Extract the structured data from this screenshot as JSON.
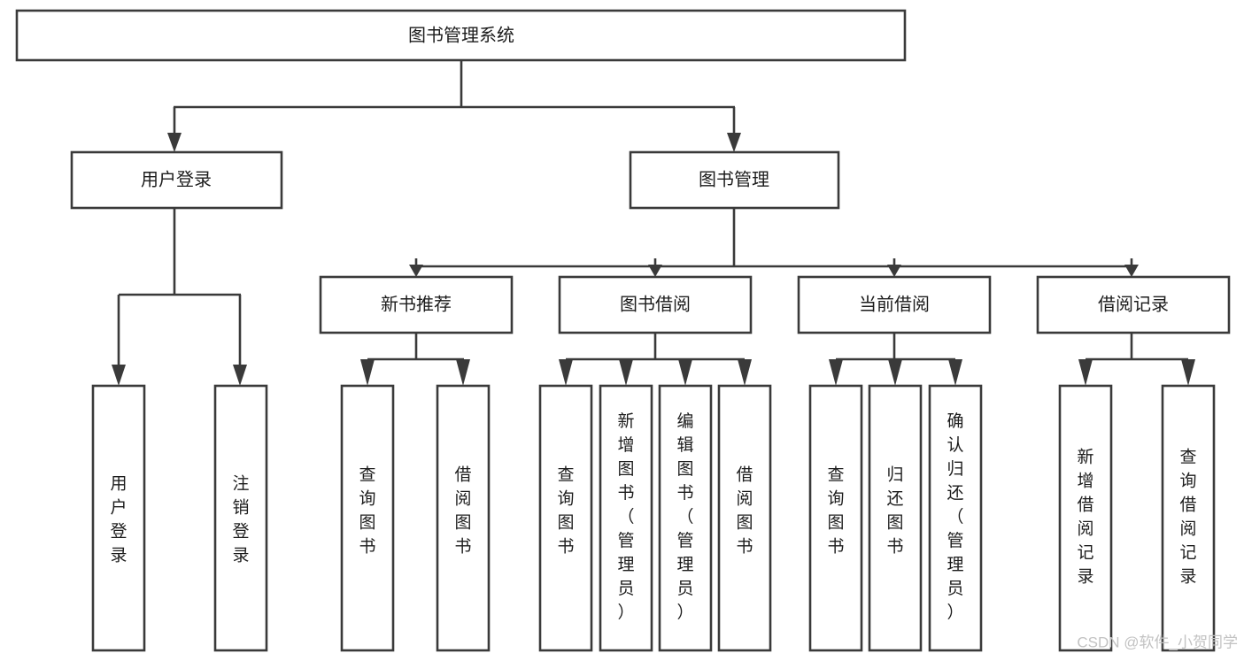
{
  "diagram": {
    "title": "图书管理系统",
    "type": "tree-hierarchy",
    "watermark": "CSDN @软件_小贺同学",
    "colors": {
      "stroke": "#3a3a3a",
      "fill": "#ffffff",
      "text": "#1c1c1c",
      "watermark": "#c2c2c2",
      "background": "#ffffff"
    },
    "nodes": {
      "root": {
        "label": "图书管理系统",
        "level": 0,
        "orientation": "horizontal"
      },
      "user_login": {
        "label": "用户登录",
        "level": 1,
        "orientation": "horizontal"
      },
      "book_manage": {
        "label": "图书管理",
        "level": 1,
        "orientation": "horizontal"
      },
      "new_book_rec": {
        "label": "新书推荐",
        "level": 2,
        "orientation": "horizontal"
      },
      "book_borrow": {
        "label": "图书借阅",
        "level": 2,
        "orientation": "horizontal"
      },
      "current_borrow": {
        "label": "当前借阅",
        "level": 2,
        "orientation": "horizontal"
      },
      "borrow_record": {
        "label": "借阅记录",
        "level": 2,
        "orientation": "horizontal"
      },
      "leaf_user_login": {
        "label": "用户登录",
        "level": 3,
        "orientation": "vertical"
      },
      "leaf_logout": {
        "label": "注销登录",
        "level": 3,
        "orientation": "vertical"
      },
      "leaf_query_book_a": {
        "label": "查询图书",
        "level": 3,
        "orientation": "vertical"
      },
      "leaf_borrow_book_a": {
        "label": "借阅图书",
        "level": 3,
        "orientation": "vertical"
      },
      "leaf_query_book_b": {
        "label": "查询图书",
        "level": 3,
        "orientation": "vertical"
      },
      "leaf_add_book": {
        "label": "新增图书（管理员）",
        "level": 3,
        "orientation": "vertical"
      },
      "leaf_edit_book": {
        "label": "编辑图书（管理员）",
        "level": 3,
        "orientation": "vertical"
      },
      "leaf_borrow_book_b": {
        "label": "借阅图书",
        "level": 3,
        "orientation": "vertical"
      },
      "leaf_query_book_c": {
        "label": "查询图书",
        "level": 3,
        "orientation": "vertical"
      },
      "leaf_return_book": {
        "label": "归还图书",
        "level": 3,
        "orientation": "vertical"
      },
      "leaf_confirm_return": {
        "label": "确认归还（管理员）",
        "level": 3,
        "orientation": "vertical"
      },
      "leaf_add_record": {
        "label": "新增借阅记录",
        "level": 3,
        "orientation": "vertical"
      },
      "leaf_query_record": {
        "label": "查询借阅记录",
        "level": 3,
        "orientation": "vertical"
      }
    },
    "edges": [
      {
        "from": "root",
        "to": "user_login"
      },
      {
        "from": "root",
        "to": "book_manage"
      },
      {
        "from": "book_manage",
        "to": "new_book_rec"
      },
      {
        "from": "book_manage",
        "to": "book_borrow"
      },
      {
        "from": "book_manage",
        "to": "current_borrow"
      },
      {
        "from": "book_manage",
        "to": "borrow_record"
      },
      {
        "from": "user_login",
        "to": "leaf_user_login"
      },
      {
        "from": "user_login",
        "to": "leaf_logout"
      },
      {
        "from": "new_book_rec",
        "to": "leaf_query_book_a"
      },
      {
        "from": "new_book_rec",
        "to": "leaf_borrow_book_a"
      },
      {
        "from": "book_borrow",
        "to": "leaf_query_book_b"
      },
      {
        "from": "book_borrow",
        "to": "leaf_add_book"
      },
      {
        "from": "book_borrow",
        "to": "leaf_edit_book"
      },
      {
        "from": "book_borrow",
        "to": "leaf_borrow_book_b"
      },
      {
        "from": "current_borrow",
        "to": "leaf_query_book_c"
      },
      {
        "from": "current_borrow",
        "to": "leaf_return_book"
      },
      {
        "from": "current_borrow",
        "to": "leaf_confirm_return"
      },
      {
        "from": "borrow_record",
        "to": "leaf_add_record"
      },
      {
        "from": "borrow_record",
        "to": "leaf_query_record"
      }
    ]
  }
}
